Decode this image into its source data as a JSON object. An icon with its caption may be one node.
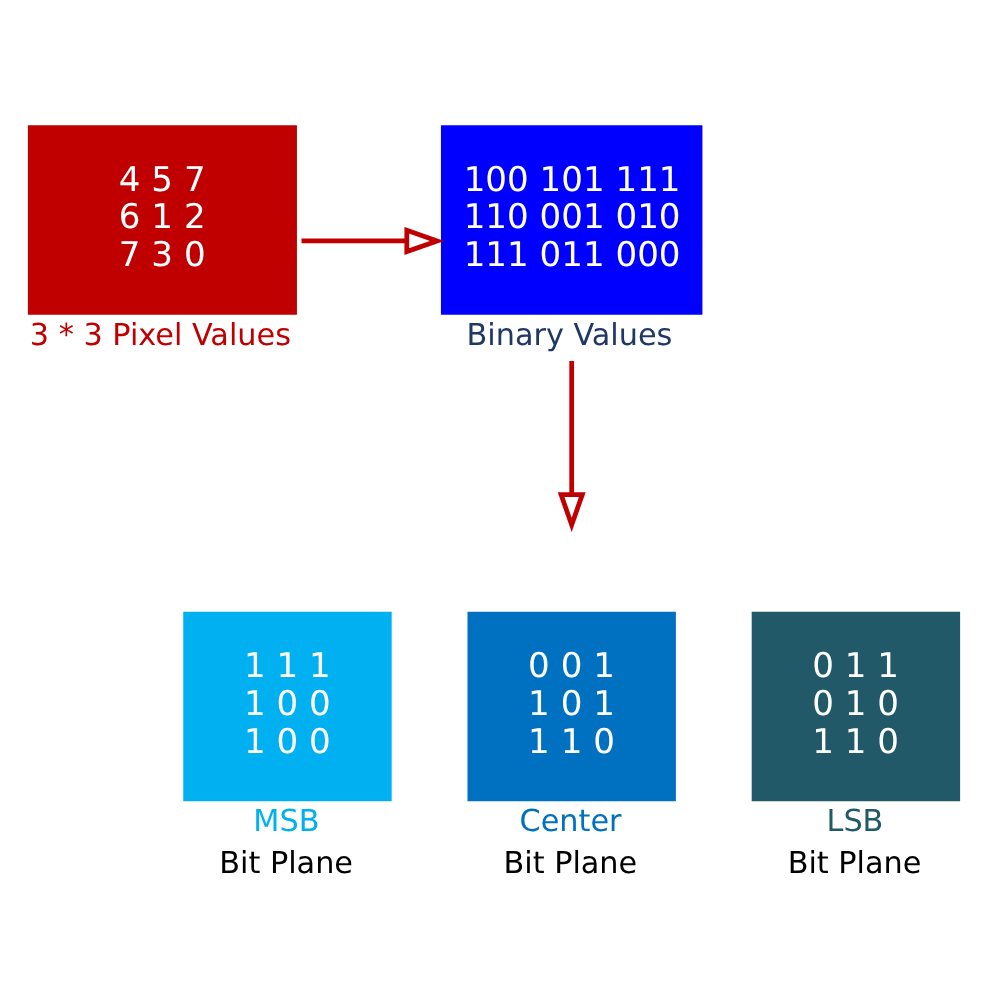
{
  "diagram": {
    "nodes": [
      {
        "text": [
          "4 5 7",
          "6 1 2",
          "7 3 0"
        ],
        "beside": [
          "3 * 3 Pixel Values"
        ]
      },
      {
        "text": [
          "100 101 111",
          "110 001 010",
          "111 011 000"
        ],
        "beside": [
          "Binary Values"
        ]
      },
      {
        "text": [
          "1 1 1",
          "1 0 0",
          "1 0 0"
        ],
        "beside": [
          "MSB",
          "Bit Plane"
        ]
      },
      {
        "text": [
          "0 0 1",
          "1 0 1",
          "1 1 0"
        ],
        "beside": [
          "Center",
          "Bit Plane"
        ]
      },
      {
        "text": [
          "0 1 1",
          "0 1 0",
          "1 1 0"
        ],
        "beside": [
          "LSB",
          "Bit Plane"
        ]
      }
    ],
    "edges": [
      {
        "from": 0,
        "to": 1,
        "arrow": "to"
      },
      {
        "from": 1,
        "to": null,
        "arrow": "to"
      }
    ]
  }
}
